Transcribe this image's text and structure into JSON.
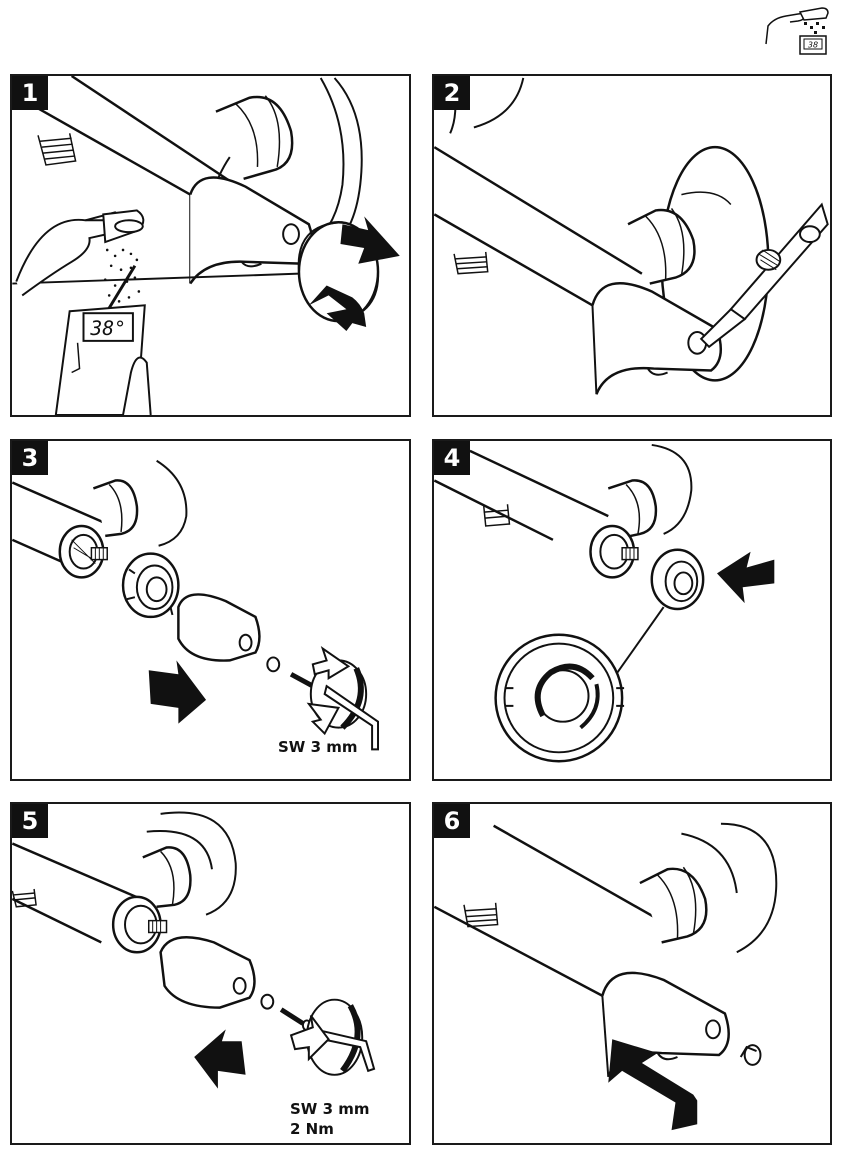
{
  "corner_icon": {
    "name": "hand-shower-thermometer-icon",
    "display": "38"
  },
  "steps": [
    {
      "number": "1",
      "thermometer_reading": "38°"
    },
    {
      "number": "2"
    },
    {
      "number": "3",
      "tool_note": "SW 3 mm"
    },
    {
      "number": "4"
    },
    {
      "number": "5",
      "tool_note": "SW 3 mm",
      "torque_note": "2 Nm"
    },
    {
      "number": "6"
    }
  ],
  "colors": {
    "line": "#111111",
    "background": "#ffffff"
  }
}
